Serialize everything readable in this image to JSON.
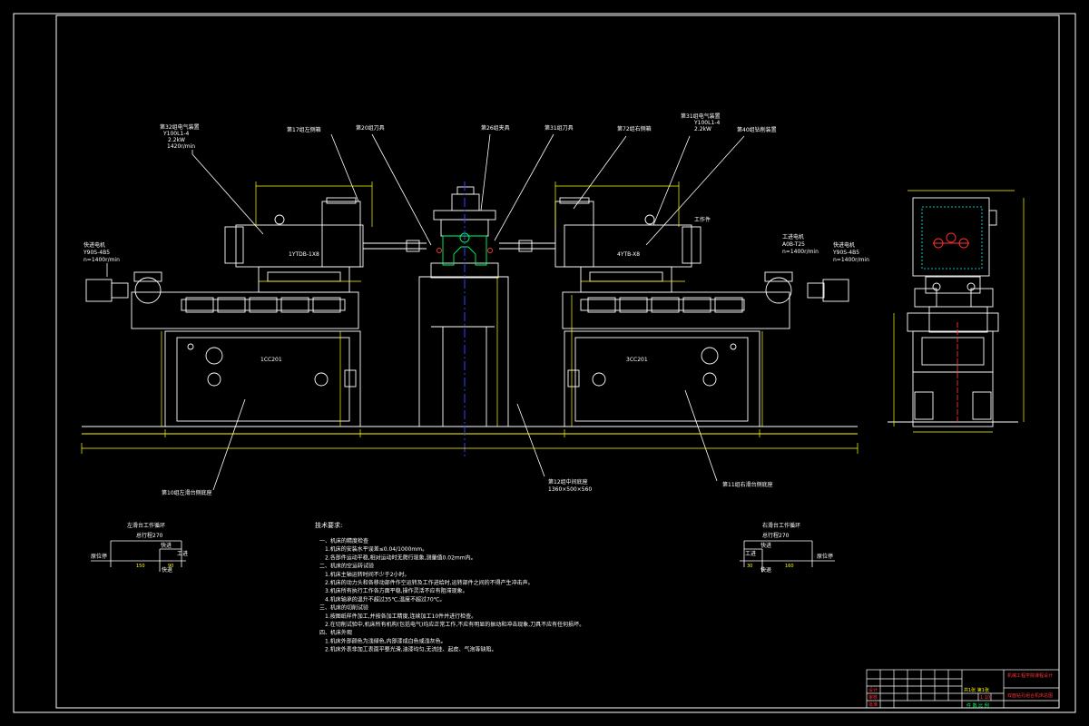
{
  "colors": {
    "background": "#000000",
    "outline": "#ffffff",
    "dimension": "#ffff00",
    "centerline": "#3344ff",
    "highlight": "#ff3333",
    "cyan": "#00ffff",
    "green": "#00ff66"
  },
  "labels": {
    "motor_left_title": "快进电机",
    "motor_left_model": "Y90S-4B5",
    "motor_left_speed": "n=1400r/min",
    "motor_right_title": "快进电机",
    "motor_right_model": "Y90S-4B5",
    "motor_right_speed": "n=1400r/min",
    "work_motor_title": "工进电机",
    "work_motor_model": "A0B-T25",
    "work_motor_speed": "n=1400r/min",
    "workpiece": "工作件",
    "power_head_left": "1YTDB-1X8",
    "power_head_right": "4YTB-X8",
    "base_left": "1CC201",
    "base_right": "3CC201",
    "callout_tl1": "第32组电气装置",
    "callout_tl1_b": "Y100L1-4",
    "callout_tl1_c": "2.2kW",
    "callout_tl1_d": "1420r/min",
    "callout_tl2": "第17组左侧箱",
    "callout_tl3": "第20组刀具",
    "callout_tl4": "第26组夹具",
    "callout_tl5": "第31组刀具",
    "callout_tr1": "第72组右侧箱",
    "callout_tr2": "第31组电气装置",
    "callout_tr2_b": "Y100L1-4",
    "callout_tr2_c": "2.2kW",
    "callout_tr3": "第40组钻削装置",
    "callout_bl": "第10组左滑台侧底座",
    "callout_bc": "第12组中间底座",
    "callout_bc_b": "1360×500×560",
    "callout_br": "第11组右滑台侧底座",
    "left_cycle_title": "左滑台工作循环",
    "left_cycle_stroke": "总行程270",
    "left_cycle_fast": "快进",
    "left_cycle_feed": "工进",
    "left_cycle_return": "快退",
    "left_cycle_stop": "原位停",
    "left_cycle_val1": "150",
    "left_cycle_val2": "90",
    "right_cycle_title": "右滑台工作循环",
    "right_cycle_stroke": "总行程270",
    "right_cycle_fast": "快进",
    "right_cycle_feed": "工进",
    "right_cycle_return": "快退",
    "right_cycle_stop": "原位停",
    "right_cycle_val1": "160",
    "right_cycle_val2": "30"
  },
  "tech_requirements": {
    "title": "技术要求:",
    "lines": [
      "一、机床的精度检查",
      "1.机床的安装水平误差≤0.04/1000mm。",
      "2.各部件运动平稳,相对运动时无爬行现象,测量值0.02mm内。",
      "二、机床的空运转试验",
      "1.机床主轴运转时间不少于2小时。",
      "2.机床的动力头和各移动部件作空运转及工作进给时,运转部件之间的不得产生冲击声。",
      "3.机床所有执行工作各方面平稳,操作灵活不应有阻滞现象。",
      "4.机床轴承的温升不超过35℃,温度不超过70℃。",
      "三、机床的切削试验",
      "1.按图纸样件加工,并按各加工精度,连续加工10件并进行检查。",
      "2.在切削试验中,机床所有机构(包括电气)均应正常工作,不应有明显的振动和冲击现象,刀具不应有任何损坏。",
      "四、机床外观",
      "1.机床外部颜色为浅绿色,内部漆成白色或浅灰色。",
      "2.机床外表非加工表面平整光滑,油漆均匀,无流挂、起皮、气泡等缺陷。"
    ]
  },
  "title_block": {
    "school": "机械工程学院课程设计",
    "drawing_name": "双面钻孔组合机床总图",
    "scale": "1:10",
    "sheet": "共1张 第1张",
    "designer": "设计",
    "checker": "审核",
    "approver": "批准",
    "footer": "件 数 比 例"
  }
}
